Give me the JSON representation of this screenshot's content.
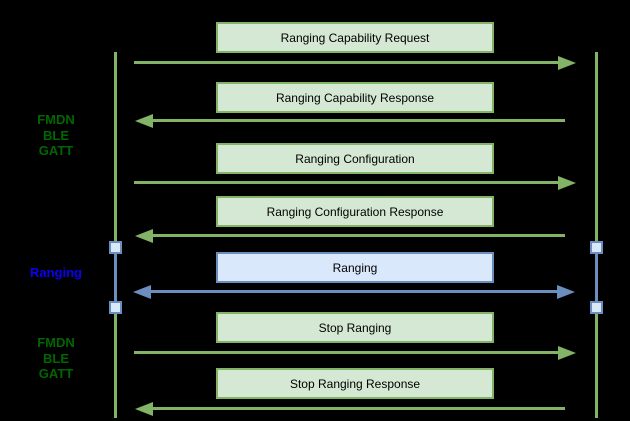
{
  "diagram": {
    "type": "sequence-diagram",
    "background": "#000000",
    "side_labels": {
      "gatt_top": {
        "lines": [
          "FMDN",
          "BLE",
          "GATT"
        ],
        "color": "#006600"
      },
      "ranging": {
        "lines": [
          "Ranging"
        ],
        "color": "#0b00f0"
      },
      "gatt_bottom": {
        "lines": [
          "FMDN",
          "BLE",
          "GATT"
        ],
        "color": "#006600"
      }
    },
    "messages": [
      {
        "label": "Ranging Capability Request",
        "direction": "right",
        "style": "green"
      },
      {
        "label": "Ranging Capability Response",
        "direction": "left",
        "style": "green"
      },
      {
        "label": "Ranging Configuration",
        "direction": "right",
        "style": "green"
      },
      {
        "label": "Ranging Configuration Response",
        "direction": "left",
        "style": "green"
      },
      {
        "label": "Ranging",
        "direction": "both",
        "style": "blue"
      },
      {
        "label": "Stop Ranging",
        "direction": "right",
        "style": "green"
      },
      {
        "label": "Stop Ranging Response",
        "direction": "left",
        "style": "green"
      }
    ],
    "lifelines": {
      "count": 2,
      "color": "#82b366",
      "activation_color": "#6c8ebf"
    },
    "colors": {
      "green_fill": "#d5e8d4",
      "green_stroke": "#82b366",
      "blue_fill": "#dae8fc",
      "blue_stroke": "#6c8ebf",
      "label_green": "#006600",
      "label_blue": "#0b00f0",
      "box_text": "#000000",
      "background": "#000000"
    }
  }
}
